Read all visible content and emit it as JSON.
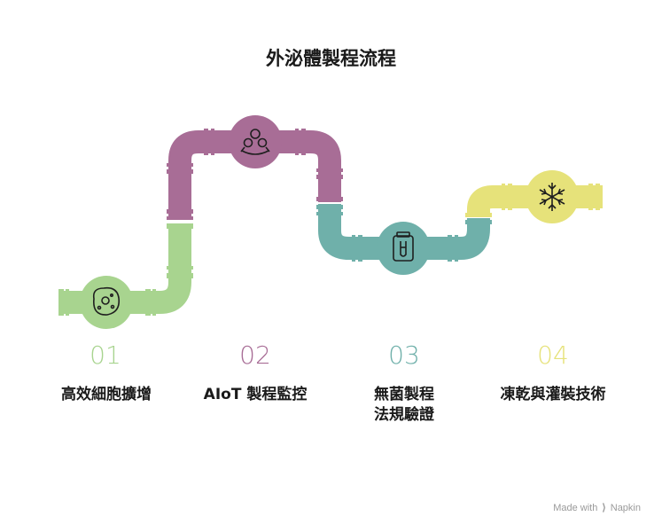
{
  "title": "外泌體製程流程",
  "steps": [
    {
      "number": "01",
      "label": "高效細胞擴增",
      "icon": "cell-icon",
      "color": "#a8d48f"
    },
    {
      "number": "02",
      "label": "AIoT 製程監控",
      "icon": "cell-cluster-icon",
      "color": "#a86d96"
    },
    {
      "number": "03",
      "label_lines": [
        "無菌製程",
        "法規驗證"
      ],
      "icon": "vial-icon",
      "color": "#6fb0aa"
    },
    {
      "number": "04",
      "label": "凍乾與灌裝技術",
      "icon": "snowflake-icon",
      "color": "#e6e27a"
    }
  ],
  "credit": {
    "prefix": "Made with",
    "brand": "Napkin"
  }
}
